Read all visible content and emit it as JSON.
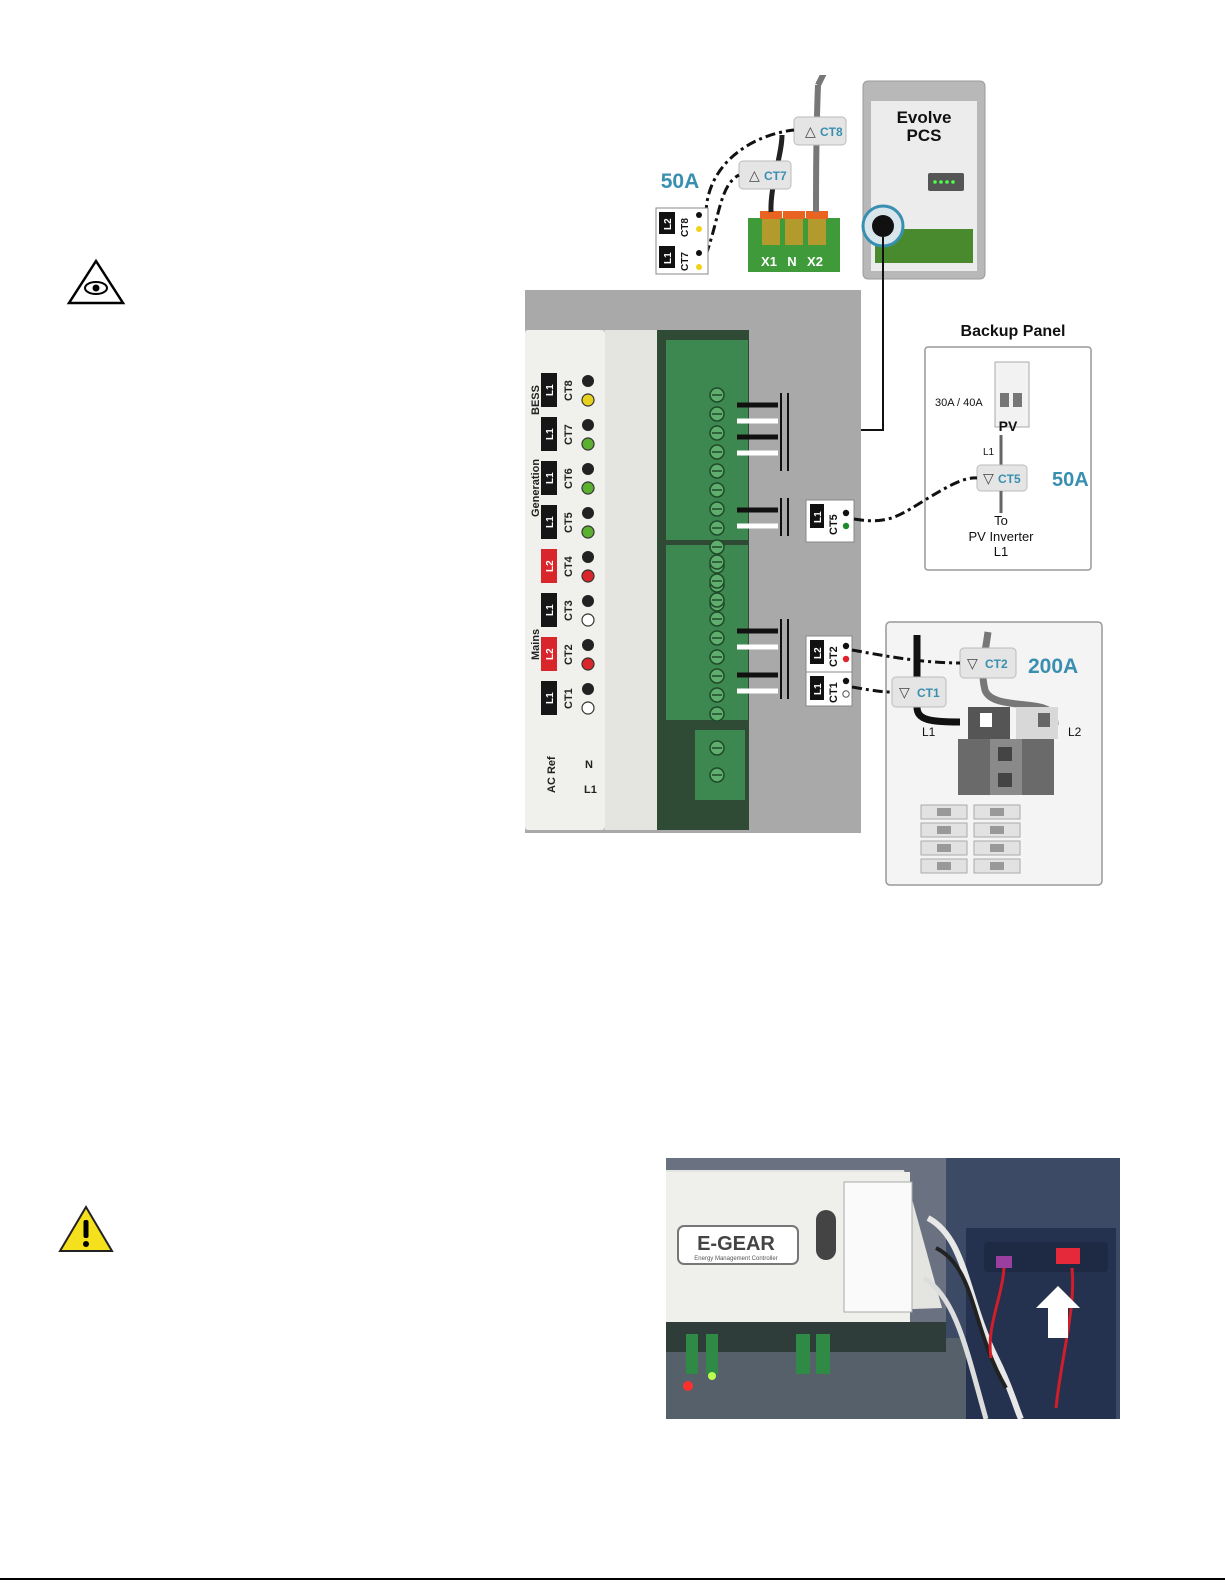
{
  "diagram": {
    "evolve": {
      "line1": "Evolve",
      "line2": "PCS"
    },
    "top_ct_rating": "50A",
    "top_ct_labels": {
      "ct8": "CT8",
      "ct7": "CT7",
      "l2": "L2",
      "l1": "L1"
    },
    "sensors": {
      "ct8": "CT8",
      "ct7": "CT7",
      "ct5": "CT5",
      "ct2": "CT2",
      "ct1": "CT1"
    },
    "terminal": {
      "x1": "X1",
      "n": "N",
      "x2": "X2"
    },
    "backup_panel": {
      "title": "Backup Panel",
      "breaker_rating": "30A / 40A",
      "breaker_label": "PV",
      "l1": "L1",
      "ct_rating": "50A",
      "to_line1": "To",
      "to_line2": "PV Inverter",
      "to_line3": "L1"
    },
    "main_panel": {
      "ct_rating": "200A",
      "l1": "L1",
      "l2": "L2"
    },
    "connector_labels": {
      "ct5_group": {
        "l": "L1",
        "ct": "CT5"
      },
      "ct2_group": {
        "l": "L2",
        "ct": "CT2"
      },
      "ct1_group": {
        "l": "L1",
        "ct": "CT1"
      }
    },
    "controller_label": {
      "sections": [
        "BESS",
        "Generation",
        "Mains",
        "AC Ref"
      ],
      "rows": [
        {
          "line": "L1",
          "ct": "CT8",
          "color": "#e6d21e"
        },
        {
          "line": "L1",
          "ct": "CT7",
          "color": "#5cb030"
        },
        {
          "line": "L1",
          "ct": "CT6",
          "color": "#5cb030"
        },
        {
          "line": "L1",
          "ct": "CT5",
          "color": "#5cb030"
        },
        {
          "line": "L2",
          "ct": "CT4",
          "color": "#d8262b"
        },
        {
          "line": "L1",
          "ct": "CT3",
          "color": "#ffffff"
        },
        {
          "line": "L2",
          "ct": "CT2",
          "color": "#d8262b"
        },
        {
          "line": "L1",
          "ct": "CT1",
          "color": "#ffffff"
        }
      ],
      "acref": [
        "N",
        "L1"
      ]
    }
  },
  "photo": {
    "brand": "E-GEAR",
    "brand_sub": "Energy Management Controller"
  },
  "icons": {
    "eye": "eye-warning-icon",
    "caution": "caution-icon"
  }
}
